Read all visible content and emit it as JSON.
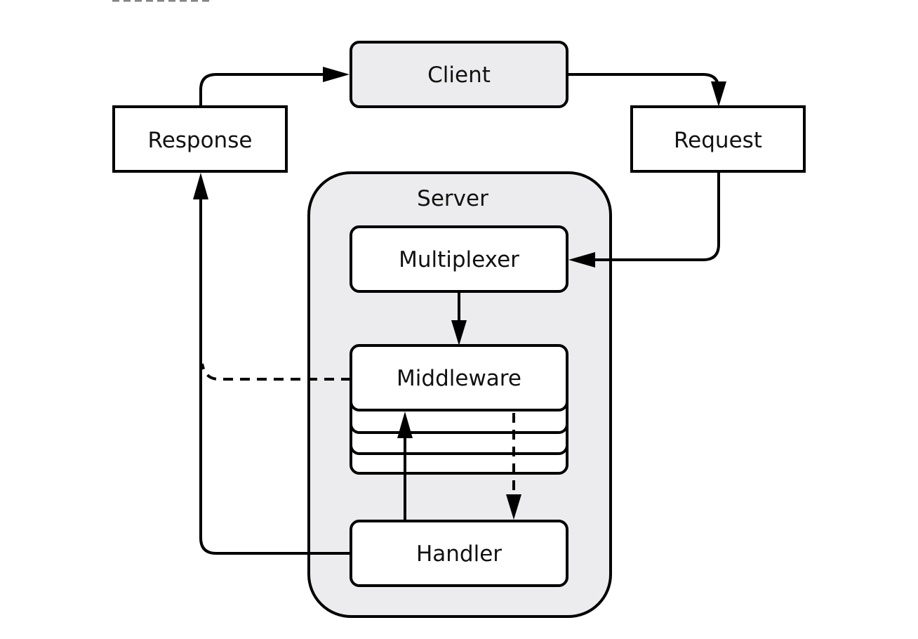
{
  "diagram": {
    "nodes": {
      "client": "Client",
      "response": "Response",
      "request": "Request",
      "server": "Server",
      "multiplexer": "Multiplexer",
      "middleware": "Middleware",
      "handler": "Handler"
    },
    "edges": [
      {
        "from": "response",
        "to": "client",
        "style": "solid"
      },
      {
        "from": "client",
        "to": "request",
        "style": "solid"
      },
      {
        "from": "request",
        "to": "multiplexer",
        "style": "solid"
      },
      {
        "from": "multiplexer",
        "to": "middleware",
        "style": "solid"
      },
      {
        "from": "middleware",
        "to": "handler",
        "style": "dashed"
      },
      {
        "from": "handler",
        "to": "middleware",
        "style": "solid"
      },
      {
        "from": "middleware",
        "to": "response",
        "style": "dashed"
      },
      {
        "from": "handler",
        "to": "response",
        "style": "solid"
      }
    ]
  }
}
